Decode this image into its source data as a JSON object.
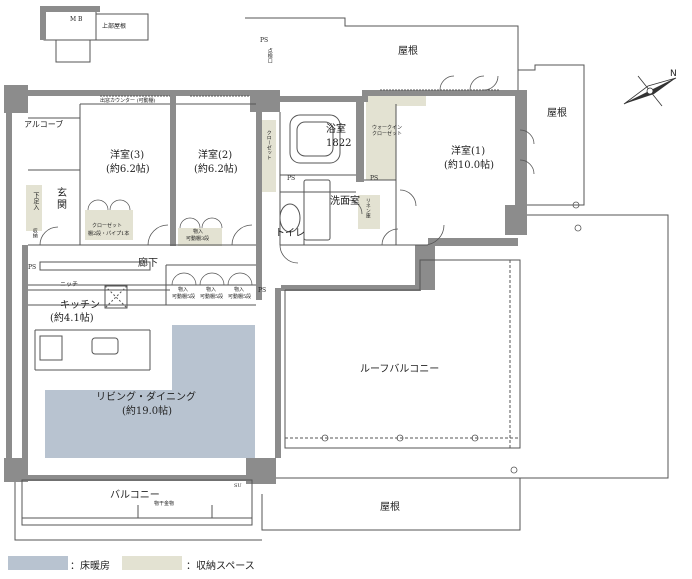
{
  "rooms": {
    "mb": "M B",
    "upper_roof_small": "上部屋根",
    "roof_top": "屋根",
    "roof_right": "屋根",
    "roof_bottom": "屋根",
    "alcove": "アルコーブ",
    "entrance": "玄関",
    "shoes": "下足入",
    "shelf": "収納",
    "western3_name": "洋室(3)",
    "western3_size": "(約6.2帖)",
    "western2_name": "洋室(2)",
    "western2_size": "(約6.2帖)",
    "western1_name": "洋室(1)",
    "western1_size": "(約10.0帖)",
    "bath_name": "浴室",
    "bath_size": "1822",
    "walkin": "ウォークイン\nクローゼット",
    "washroom": "洗面室",
    "toilet": "トイレ",
    "hallway": "廊下",
    "kitchen_name": "キッチン",
    "kitchen_size": "(約4.1帖)",
    "niche": "ニッチ",
    "living_name": "リビング・ダイニング",
    "living_size": "(約19.0帖)",
    "roof_balcony": "ルーフバルコニー",
    "balcony": "バルコニー",
    "laundry": "物干金物",
    "ps1": "PS",
    "ps2": "PS",
    "ps3": "PS",
    "ps4": "PS",
    "ps5": "PS",
    "su": "SU",
    "counter": "出窓カウンター (可動棚)",
    "closet": "クローゼット",
    "closet_sub": "棚2段・パイプ1本",
    "storage1": "物入",
    "storage1_sub": "可動棚3段",
    "storage_a": "物入",
    "storage_b": "物入",
    "storage_c": "物入",
    "storage_sub": "可動棚5段",
    "ladder": "点検口",
    "closet2": "クローゼット",
    "linen": "リネン庫"
  },
  "legend": {
    "floor_heating": "：床暖房",
    "storage_space": "：収納スペース"
  },
  "colors": {
    "floor_heating": "#b8c3d0",
    "storage": "#e3e2d2",
    "wall": "#8c8c8c",
    "line": "#555555"
  },
  "compass_label": "N"
}
